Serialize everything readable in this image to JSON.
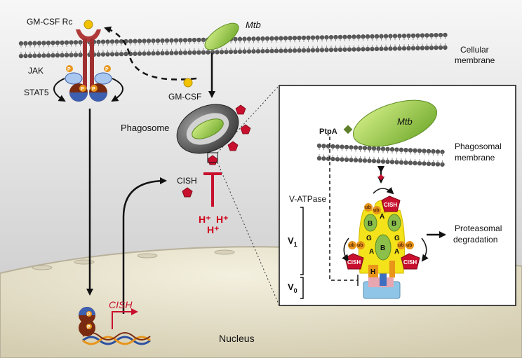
{
  "labels": {
    "receptor": "GM-CSF Rc",
    "jak": "JAK",
    "stat5": "STAT5",
    "mtb_top": "Mtb",
    "cellular_membrane_line1": "Cellular",
    "cellular_membrane_line2": "membrane",
    "gmcsf": "GM-CSF",
    "phagosome": "Phagosome",
    "cish_cyto": "CISH",
    "h_ions": [
      "H⁺",
      "H⁺",
      "H⁺"
    ],
    "cish_gene": "CISH",
    "nucleus": "Nucleus",
    "phospho": "P"
  },
  "inset": {
    "ptpa": "PtpA",
    "mtb": "Mtb",
    "phagosomal_membrane_line1": "Phagosomal",
    "phagosomal_membrane_line2": "membrane",
    "vatpase": "V-ATPase",
    "v1": "V",
    "v1_sub": "1",
    "v0": "V",
    "v0_sub": "0",
    "proteasomal_line1": "Proteasomal",
    "proteasomal_line2": "degradation",
    "subunits": [
      "B",
      "A",
      "B",
      "G",
      "A",
      "B",
      "G",
      "A",
      "H"
    ],
    "ub": "ub",
    "cish_tags": [
      "CISH",
      "CISH",
      "CISH"
    ]
  },
  "colors": {
    "membrane_head": "#555555",
    "mtb": "#9ccc3c",
    "receptor": "#b03a3a",
    "cish": "#c8102e",
    "h_ion": "#d0021b",
    "gmcsf": "#f2c200",
    "nucleus": "#e8e3cf",
    "background": "#d6d6d6",
    "vatpase_yellow": "#f4e21a"
  }
}
